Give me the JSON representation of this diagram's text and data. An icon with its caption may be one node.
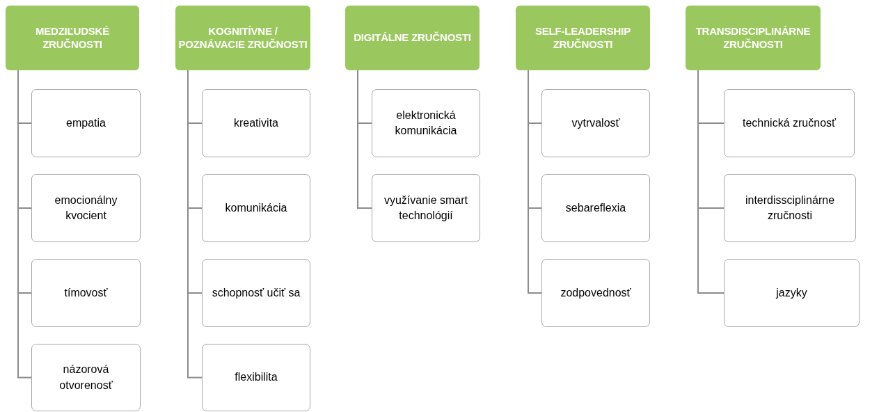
{
  "diagram": {
    "nodes": [
      {
        "text": [
          "MEDZIĽUDSKÉ ZRUČNOSTI"
        ]
      },
      {
        "text": [
          "empatia"
        ]
      },
      {
        "text": [
          "emocionálny kvocient"
        ]
      },
      {
        "text": [
          "tímovosť"
        ]
      },
      {
        "text": [
          "názorová otvorenosť"
        ]
      },
      {
        "text": [
          "KOGNITÍVNE / POZNÁVACIE ZRUČNOSTI"
        ]
      },
      {
        "text": [
          "kreativita"
        ]
      },
      {
        "text": [
          "komunikácia"
        ]
      },
      {
        "text": [
          "schopnosť učiť sa"
        ]
      },
      {
        "text": [
          "flexibilita"
        ]
      },
      {
        "text": [
          "DIGITÁLNE ZRUČNOSTI"
        ]
      },
      {
        "text": [
          "elektronická komunikácia"
        ]
      },
      {
        "text": [
          "využívanie smart technológií"
        ]
      },
      {
        "text": [
          "SELF-LEADERSHIP ZRUČNOSTI"
        ]
      },
      {
        "text": [
          "vytrvalosť"
        ]
      },
      {
        "text": [
          "sebareflexia"
        ]
      },
      {
        "text": [
          "zodpovednosť"
        ]
      },
      {
        "text": [
          "TRANSDISCIPLINÁRNE ZRUČNOSTI"
        ]
      },
      {
        "text": [
          "technická zručnosť"
        ]
      },
      {
        "text": [
          "interdissciplinárne zručnosti"
        ]
      },
      {
        "text": [
          "jazyky"
        ]
      }
    ],
    "edges": [
      {
        "from": 0,
        "to": 1,
        "arrow": "none"
      },
      {
        "from": 0,
        "to": 2,
        "arrow": "none"
      },
      {
        "from": 0,
        "to": 3,
        "arrow": "none"
      },
      {
        "from": 0,
        "to": 4,
        "arrow": "none"
      },
      {
        "from": 5,
        "to": 6,
        "arrow": "none"
      },
      {
        "from": 5,
        "to": 7,
        "arrow": "none"
      },
      {
        "from": 5,
        "to": 8,
        "arrow": "none"
      },
      {
        "from": 5,
        "to": 9,
        "arrow": "none"
      },
      {
        "from": 10,
        "to": 11,
        "arrow": "none"
      },
      {
        "from": 10,
        "to": 12,
        "arrow": "none"
      },
      {
        "from": 13,
        "to": 14,
        "arrow": "none"
      },
      {
        "from": 13,
        "to": 15,
        "arrow": "none"
      },
      {
        "from": 13,
        "to": 16,
        "arrow": "none"
      },
      {
        "from": 17,
        "to": 18,
        "arrow": "none"
      },
      {
        "from": 17,
        "to": 19,
        "arrow": "none"
      },
      {
        "from": 17,
        "to": 20,
        "arrow": "none"
      }
    ]
  }
}
